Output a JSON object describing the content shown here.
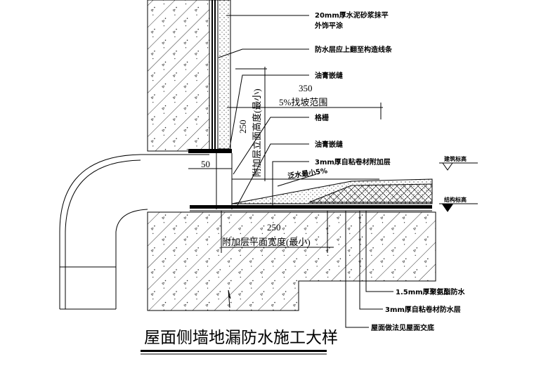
{
  "title": "屋面侧墙地漏防水施工大样",
  "dimensions": {
    "slope_width": "350",
    "slope_range": "5%找坡范围",
    "upturn_height": "250",
    "upturn_height_label": "附加层立面高度(最小)",
    "plan_width": "250",
    "plan_width_label": "附加层平面宽度(最小)",
    "gap": "50"
  },
  "callouts": {
    "plaster_line1": "20mm厚水泥砂浆抹平",
    "plaster_line2": "外饰平涂",
    "upturn": "防水层应上翻至构造线条",
    "sealant_top": "油膏嵌缝",
    "grille": "格栅",
    "sealant_bottom": "油膏嵌缝",
    "additional_layer": "3mm厚自粘卷材附加层",
    "flashing_slope": "泛水最小5%",
    "building_elevation": "建筑标高",
    "structural_elevation": "结构标高",
    "pu_waterproof": "1.5mm厚聚氨酯防水",
    "membrane_waterproof": "3mm厚自粘卷材防水层",
    "roof_reference": "屋面做法见屋面交底"
  }
}
